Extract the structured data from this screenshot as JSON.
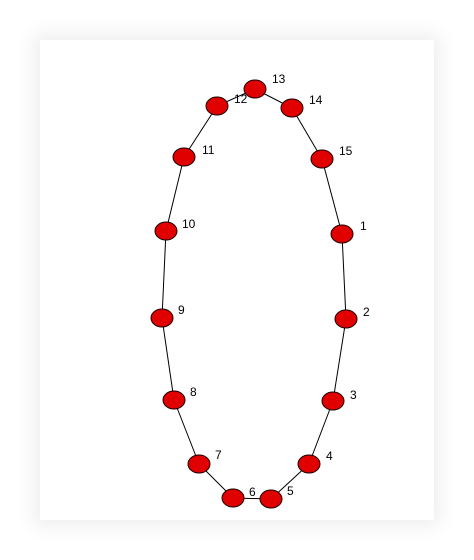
{
  "diagram": {
    "node_color": "#e00000",
    "edge_color": "#000000",
    "nodes": [
      {
        "id": "1",
        "label": "1"
      },
      {
        "id": "2",
        "label": "2"
      },
      {
        "id": "3",
        "label": "3"
      },
      {
        "id": "4",
        "label": "4"
      },
      {
        "id": "5",
        "label": "5"
      },
      {
        "id": "6",
        "label": "6"
      },
      {
        "id": "7",
        "label": "7"
      },
      {
        "id": "8",
        "label": "8"
      },
      {
        "id": "9",
        "label": "9"
      },
      {
        "id": "10",
        "label": "10"
      },
      {
        "id": "11",
        "label": "11"
      },
      {
        "id": "12",
        "label": "12"
      },
      {
        "id": "13",
        "label": "13"
      },
      {
        "id": "14",
        "label": "14"
      },
      {
        "id": "15",
        "label": "15"
      }
    ],
    "edges": [
      [
        "1",
        "2"
      ],
      [
        "2",
        "3"
      ],
      [
        "3",
        "4"
      ],
      [
        "4",
        "5"
      ],
      [
        "5",
        "6"
      ],
      [
        "6",
        "7"
      ],
      [
        "7",
        "8"
      ],
      [
        "8",
        "9"
      ],
      [
        "9",
        "10"
      ],
      [
        "10",
        "11"
      ],
      [
        "11",
        "12"
      ],
      [
        "12",
        "13"
      ],
      [
        "13",
        "14"
      ],
      [
        "14",
        "15"
      ],
      [
        "15",
        "1"
      ]
    ]
  }
}
